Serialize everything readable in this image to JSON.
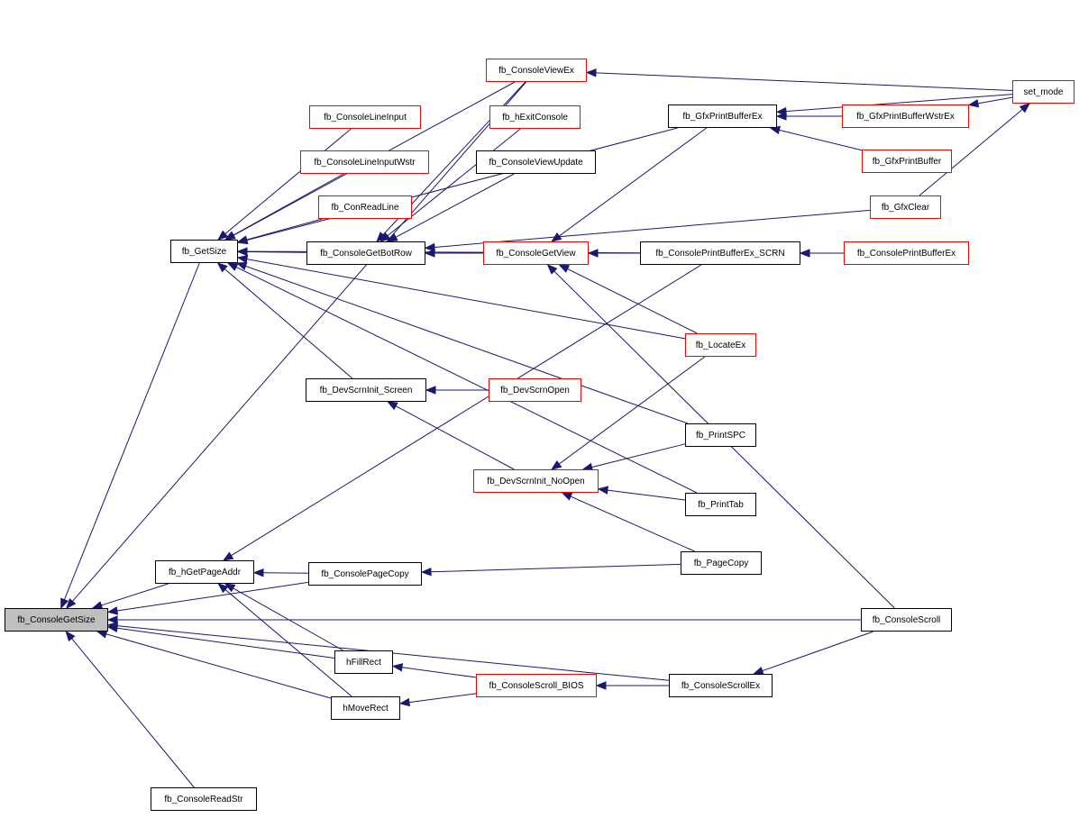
{
  "colors": {
    "edge": "#191970",
    "border_default": "#000000",
    "border_truncated": "#ff0000",
    "root_fill": "#bfbfbf"
  },
  "nodes": [
    {
      "id": "root",
      "label": "fb_ConsoleGetSize",
      "style": "root"
    },
    {
      "id": "readstr",
      "label": "fb_ConsoleReadStr",
      "style": "black"
    },
    {
      "id": "getsize",
      "label": "fb_GetSize",
      "style": "black"
    },
    {
      "id": "pageaddr",
      "label": "fb_hGetPageAddr",
      "style": "black"
    },
    {
      "id": "fillrect",
      "label": "hFillRect",
      "style": "black"
    },
    {
      "id": "moverect",
      "label": "hMoveRect",
      "style": "black"
    },
    {
      "id": "viewex",
      "label": "fb_ConsoleViewEx",
      "style": "red"
    },
    {
      "id": "lineinput",
      "label": "fb_ConsoleLineInput",
      "style": "red"
    },
    {
      "id": "lineinputw",
      "label": "fb_ConsoleLineInputWstr",
      "style": "red"
    },
    {
      "id": "conreadline",
      "label": "fb_ConReadLine",
      "style": "red"
    },
    {
      "id": "botrow",
      "label": "fb_ConsoleGetBotRow",
      "style": "black"
    },
    {
      "id": "exitcon",
      "label": "fb_hExitConsole",
      "style": "red"
    },
    {
      "id": "viewupd",
      "label": "fb_ConsoleViewUpdate",
      "style": "black"
    },
    {
      "id": "getview",
      "label": "fb_ConsoleGetView",
      "style": "red"
    },
    {
      "id": "initscreen",
      "label": "fb_DevScrnInit_Screen",
      "style": "black"
    },
    {
      "id": "scrnopen",
      "label": "fb_DevScrnOpen",
      "style": "red"
    },
    {
      "id": "noopen",
      "label": "fb_DevScrnInit_NoOpen",
      "style": "red"
    },
    {
      "id": "pagecopyc",
      "label": "fb_ConsolePageCopy",
      "style": "black"
    },
    {
      "id": "scrollbios",
      "label": "fb_ConsoleScroll_BIOS",
      "style": "red"
    },
    {
      "id": "gfxpbe",
      "label": "fb_GfxPrintBufferEx",
      "style": "black"
    },
    {
      "id": "pbescrn",
      "label": "fb_ConsolePrintBufferEx_SCRN",
      "style": "black"
    },
    {
      "id": "locateex",
      "label": "fb_LocateEx",
      "style": "red"
    },
    {
      "id": "printspc",
      "label": "fb_PrintSPC",
      "style": "black"
    },
    {
      "id": "printtab",
      "label": "fb_PrintTab",
      "style": "black"
    },
    {
      "id": "pagecopy",
      "label": "fb_PageCopy",
      "style": "black"
    },
    {
      "id": "scrollex",
      "label": "fb_ConsoleScrollEx",
      "style": "black"
    },
    {
      "id": "scroll",
      "label": "fb_ConsoleScroll",
      "style": "black"
    },
    {
      "id": "gfxpbew",
      "label": "fb_GfxPrintBufferWstrEx",
      "style": "red"
    },
    {
      "id": "gfxpb",
      "label": "fb_GfxPrintBuffer",
      "style": "red"
    },
    {
      "id": "gfxclear",
      "label": "fb_GfxClear",
      "style": "red"
    },
    {
      "id": "pbe",
      "label": "fb_ConsolePrintBufferEx",
      "style": "red"
    },
    {
      "id": "setmode",
      "label": "set_mode",
      "style": "red"
    }
  ],
  "edges": [
    [
      "readstr",
      "root"
    ],
    [
      "getsize",
      "root"
    ],
    [
      "pageaddr",
      "root"
    ],
    [
      "fillrect",
      "root"
    ],
    [
      "moverect",
      "root"
    ],
    [
      "viewex",
      "root"
    ],
    [
      "pagecopyc",
      "root"
    ],
    [
      "scroll",
      "root"
    ],
    [
      "scrollex",
      "root"
    ],
    [
      "lineinput",
      "getsize"
    ],
    [
      "lineinputw",
      "getsize"
    ],
    [
      "conreadline",
      "getsize"
    ],
    [
      "botrow",
      "getsize"
    ],
    [
      "initscreen",
      "getsize"
    ],
    [
      "viewex",
      "getsize"
    ],
    [
      "pbescrn",
      "getsize"
    ],
    [
      "locateex",
      "getsize"
    ],
    [
      "printspc",
      "getsize"
    ],
    [
      "printtab",
      "getsize"
    ],
    [
      "gfxpbe",
      "getsize"
    ],
    [
      "pagecopyc",
      "pageaddr"
    ],
    [
      "fillrect",
      "pageaddr"
    ],
    [
      "moverect",
      "pageaddr"
    ],
    [
      "pbescrn",
      "pageaddr"
    ],
    [
      "viewex",
      "botrow"
    ],
    [
      "exitcon",
      "botrow"
    ],
    [
      "viewupd",
      "botrow"
    ],
    [
      "getview",
      "botrow"
    ],
    [
      "gfxclear",
      "botrow"
    ],
    [
      "pbescrn",
      "getview"
    ],
    [
      "locateex",
      "getview"
    ],
    [
      "gfxpbe",
      "getview"
    ],
    [
      "scroll",
      "getview"
    ],
    [
      "scrnopen",
      "initscreen"
    ],
    [
      "noopen",
      "initscreen"
    ],
    [
      "locateex",
      "noopen"
    ],
    [
      "printspc",
      "noopen"
    ],
    [
      "printtab",
      "noopen"
    ],
    [
      "pagecopy",
      "noopen"
    ],
    [
      "pagecopy",
      "pagecopyc"
    ],
    [
      "scrollbios",
      "fillrect"
    ],
    [
      "scrollbios",
      "moverect"
    ],
    [
      "scrollex",
      "scrollbios"
    ],
    [
      "scroll",
      "scrollex"
    ],
    [
      "gfxpbew",
      "gfxpbe"
    ],
    [
      "gfxpb",
      "gfxpbe"
    ],
    [
      "setmode",
      "gfxpbe"
    ],
    [
      "setmode",
      "gfxpbew"
    ],
    [
      "gfxclear",
      "setmode"
    ],
    [
      "setmode",
      "viewex"
    ],
    [
      "pbe",
      "pbescrn"
    ]
  ]
}
